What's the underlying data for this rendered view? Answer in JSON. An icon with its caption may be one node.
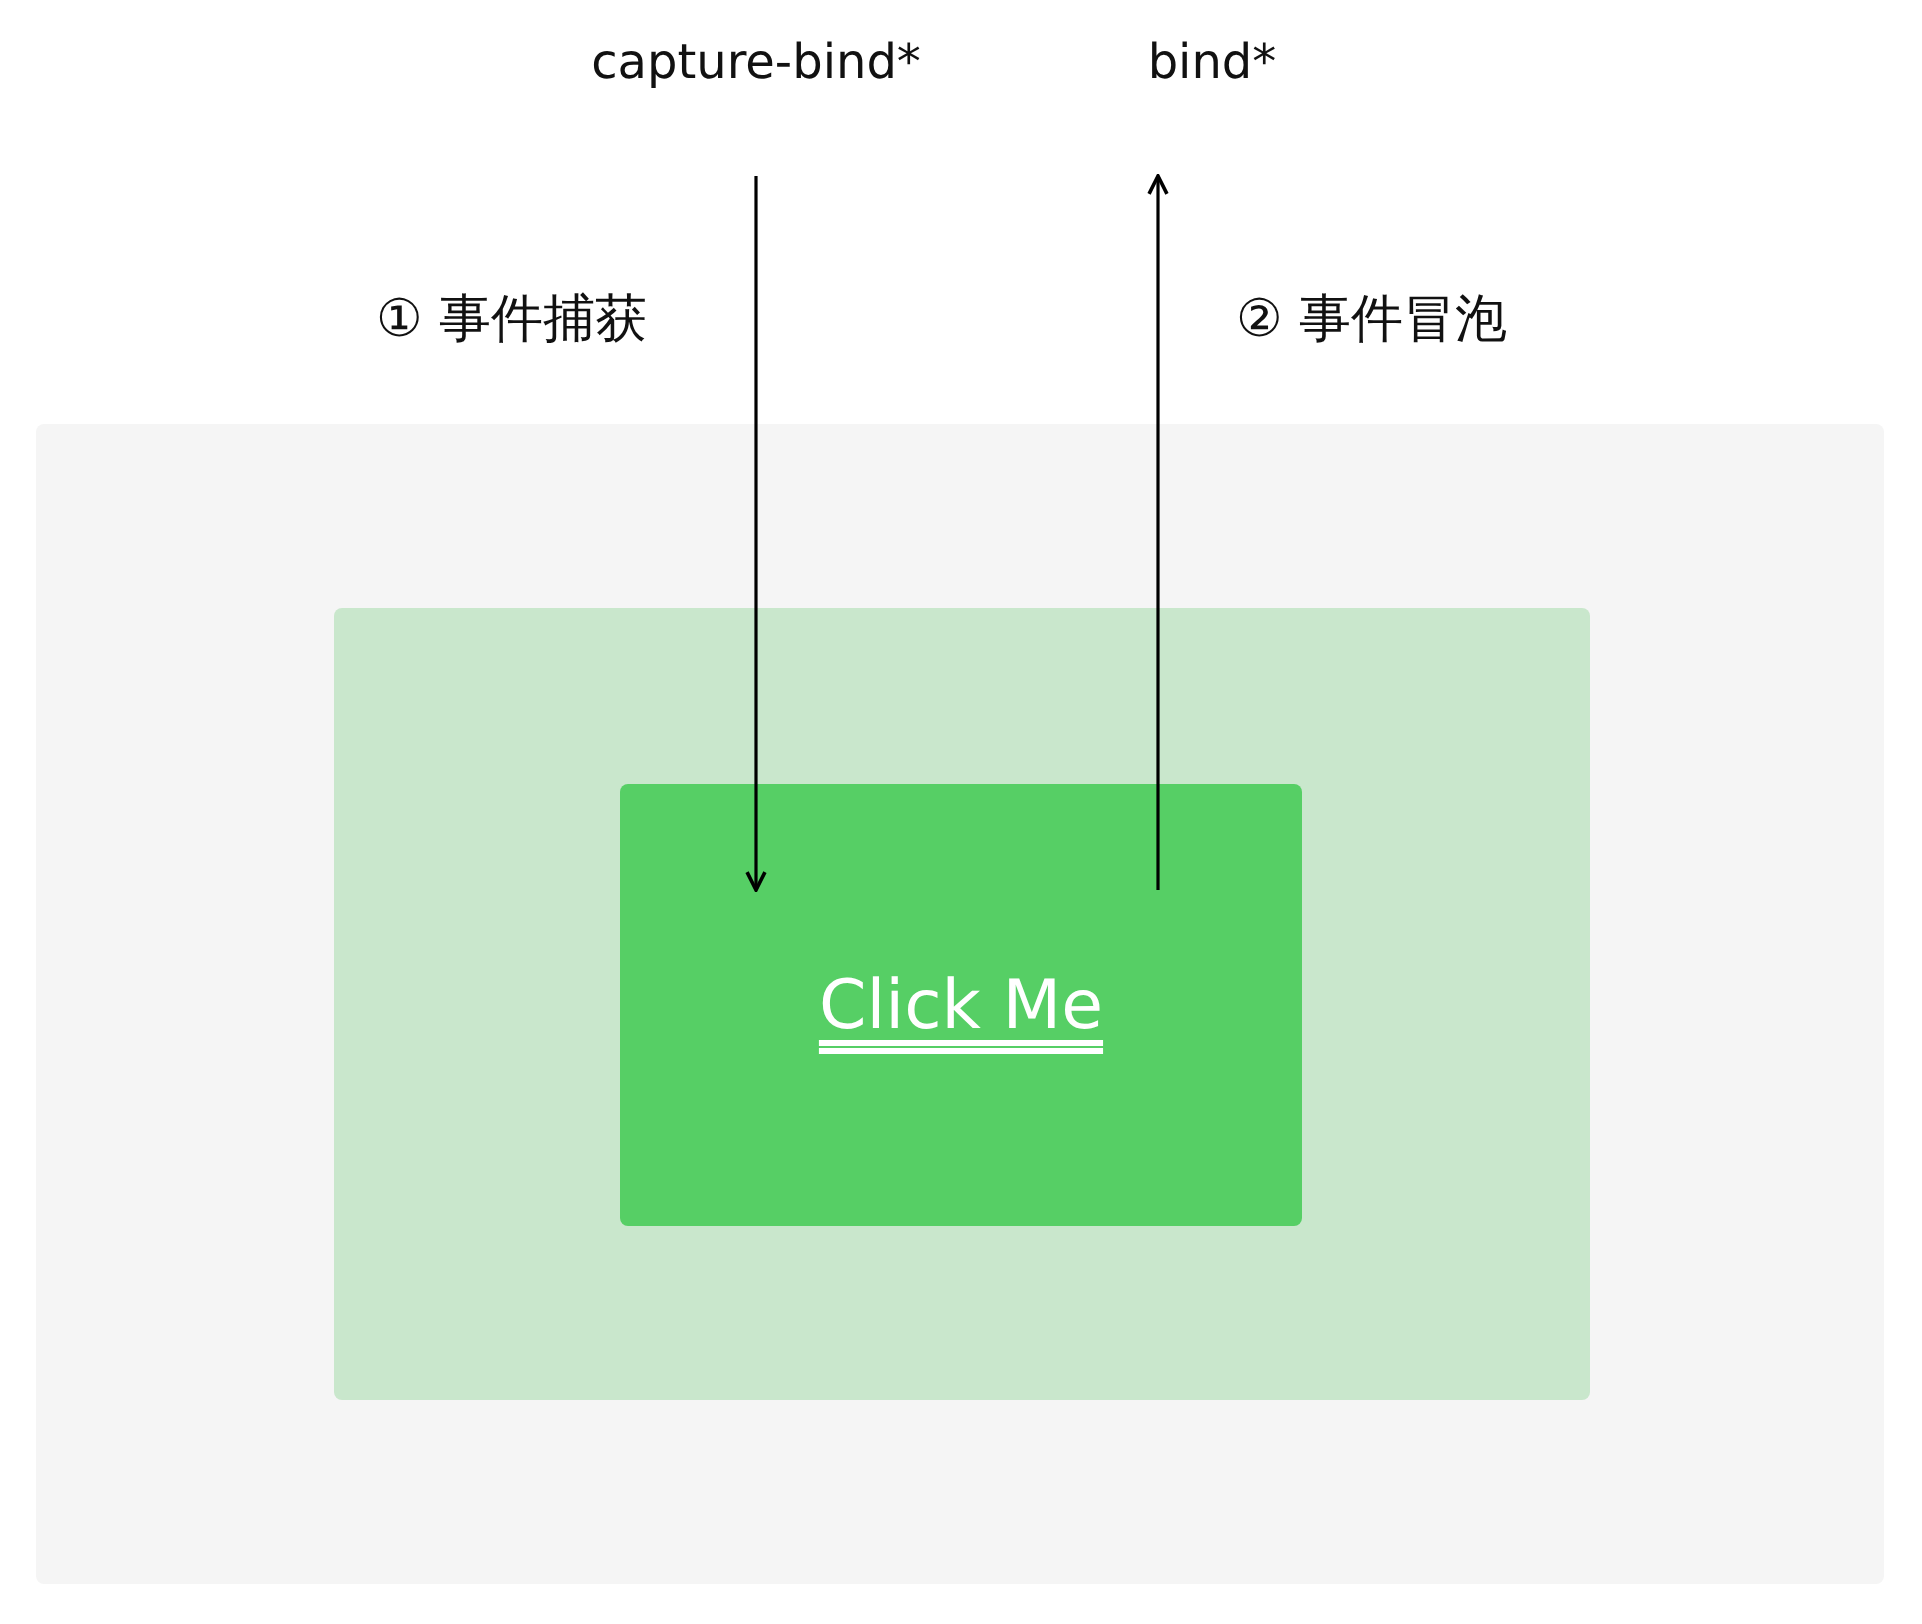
{
  "diagram": {
    "nodes": [
      {
        "text": [
          "capture-bind*"
        ]
      },
      {
        "text": [
          "bind*"
        ]
      },
      {
        "text": [],
        "shape": "box"
      },
      {
        "text": [],
        "shape": "box",
        "in": 2
      },
      {
        "text": [
          "Click Me"
        ],
        "in": 3
      }
    ],
    "edges": [
      {
        "from": 0,
        "to": 4,
        "arrow": "to",
        "label": "① 事件捕获"
      },
      {
        "from": 4,
        "to": 1,
        "arrow": "to",
        "label": "② 事件冒泡"
      }
    ]
  }
}
